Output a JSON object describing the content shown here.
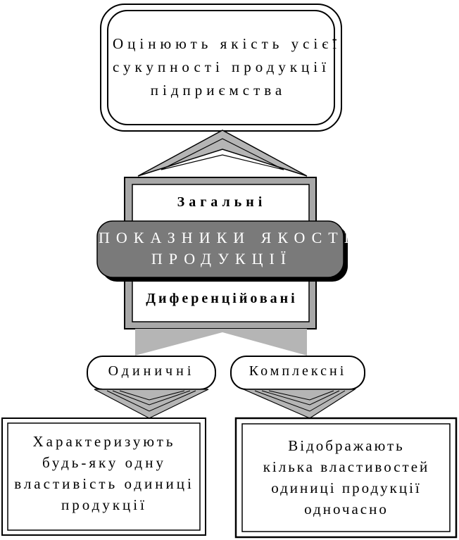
{
  "top_box": {
    "lines": [
      "Оцінюють якість усієї",
      "сукупності продукції",
      "підприємства"
    ]
  },
  "middle_box": {
    "general_label": "Загальні",
    "differentiated_label": "Диференційовані"
  },
  "center_banner": {
    "lines": [
      "ПОКАЗНИКИ ЯКОСТІ",
      "ПРОДУКЦІЇ"
    ]
  },
  "single_label": "Одиничні",
  "complex_label": "Комплексні",
  "left_box": {
    "lines": [
      "Характеризують",
      "будь-яку одну",
      "властивість одиниці",
      "продукції"
    ]
  },
  "right_box": {
    "lines": [
      "Відображають",
      "кілька властивостей",
      "одиниці продукції",
      "одночасно"
    ]
  },
  "colors": {
    "banner_fill": "#7a7a7a",
    "frame_gray": "#a8a8a8",
    "line": "#000000"
  }
}
